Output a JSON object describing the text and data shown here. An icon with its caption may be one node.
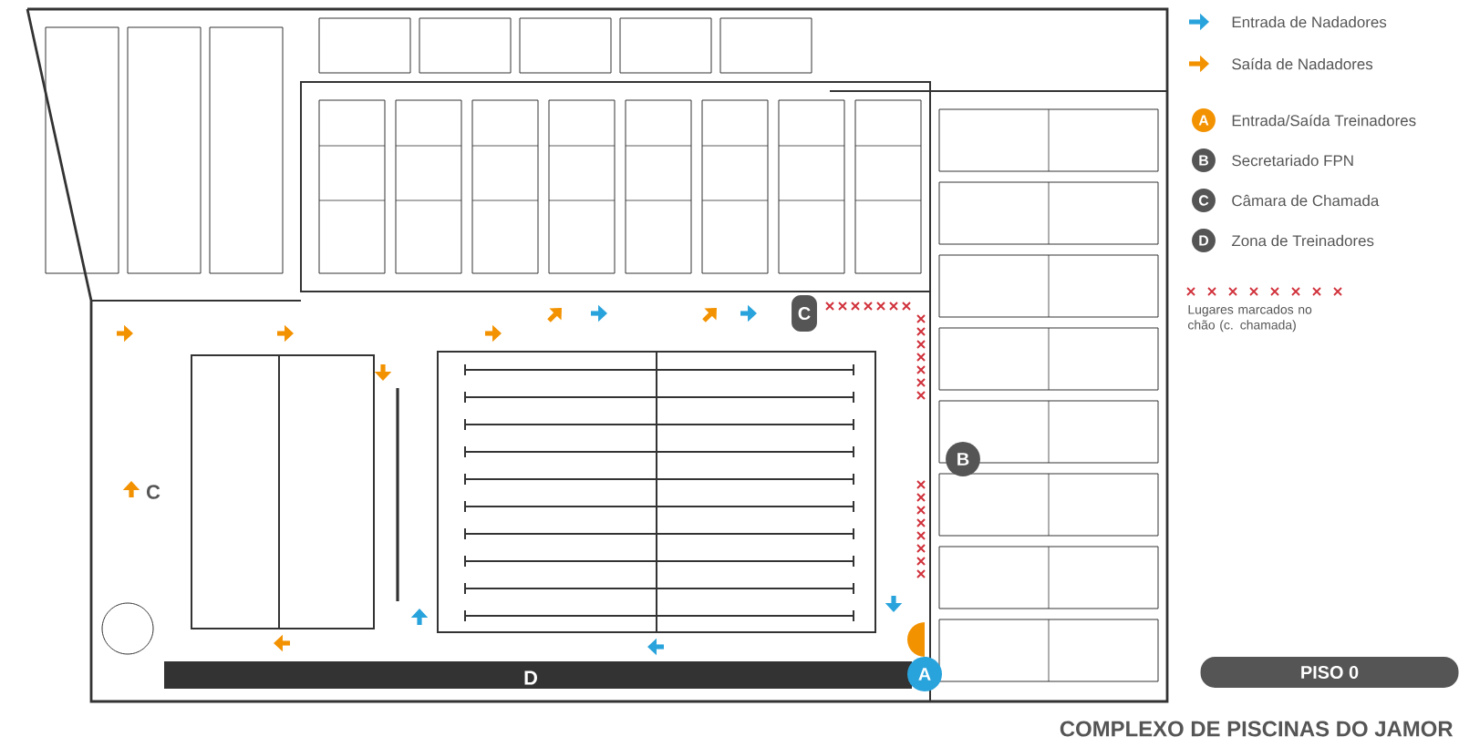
{
  "diagram": {
    "title": "COMPLEXO DE PISCINAS DO JAMOR",
    "labels": [
      "A",
      "B",
      "C",
      "D",
      "C",
      "B",
      "C",
      "D",
      "A",
      "PISO 0"
    ],
    "legend": [
      {
        "text": "Entrada de Nadadores"
      },
      {
        "text": "Saída de Nadadores"
      },
      {
        "text": "Entrada/Saída Treinadores"
      },
      {
        "text": "Secretariado FPN"
      },
      {
        "text": "Câmara de Chamada"
      },
      {
        "text": "Zona de Treinadores"
      },
      {
        "text": "Lugares marcados no chão (c. chamada)"
      }
    ]
  }
}
